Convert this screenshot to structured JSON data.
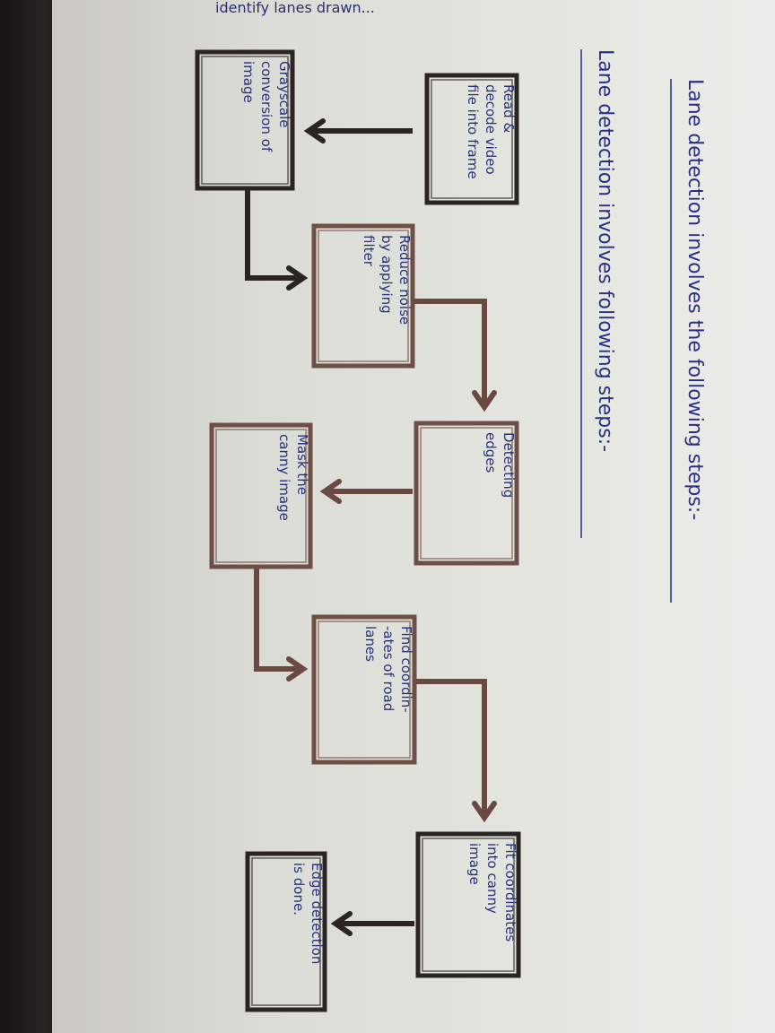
{
  "top_scribble": "identify lanes drawn...",
  "heading_line_1": "Lane detection involves the following steps:-",
  "heading_line_2": "Lane detection involves following steps:-",
  "steps": [
    {
      "lines": [
        "Read &",
        "decode video",
        "file into frame"
      ]
    },
    {
      "lines": [
        "Grayscale",
        "conversion of",
        "image"
      ]
    },
    {
      "lines": [
        "Reduce noise",
        "by applying",
        "filter"
      ]
    },
    {
      "lines": [
        "Detecting",
        "edges"
      ]
    },
    {
      "lines": [
        "Mask the",
        "canny image"
      ]
    },
    {
      "lines": [
        "Find coordin-",
        "-ates of road",
        "lanes"
      ]
    },
    {
      "lines": [
        "Fit coordinates",
        "into canny",
        "image"
      ]
    },
    {
      "lines": [
        "Edge detection",
        "is done."
      ]
    }
  ],
  "colors": {
    "ink_blue": "#27307a",
    "box_border_dark": "#2a2523",
    "box_border_brown": "#6e4f45",
    "arrow_dark": "#2a2523",
    "arrow_brown": "#6a4a40"
  }
}
